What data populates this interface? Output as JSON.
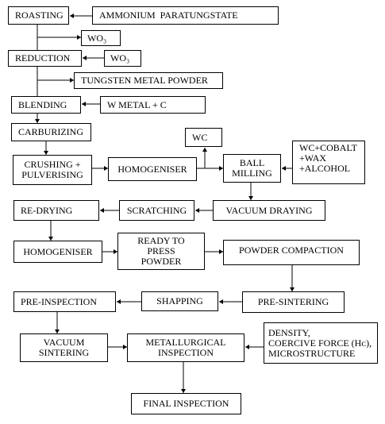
{
  "diagram": {
    "nodes": {
      "roasting": "ROASTING",
      "apt": "AMMONIUM  PARATUNGSTATE",
      "wo3_a": "WO₃",
      "reduction": "REDUCTION",
      "wo3_b": "WO₃",
      "tungsten_powder": "TUNGSTEN METAL POWDER",
      "blending": "BLENDING",
      "w_metal_c": "W METAL + C",
      "carburizing": "CARBURIZING",
      "crushing": "CRUSHING +\nPULVERISING",
      "homogeniser_1": "HOMOGENISER",
      "wc": "WC",
      "ball_milling": "BALL\nMILLING",
      "wc_cobalt": "WC+COBALT\n+WAX\n+ALCOHOL",
      "vacuum_drying": "VACUUM DRAYING",
      "scratching": "SCRATCHING",
      "re_drying": "RE-DRYING",
      "homogeniser_2": "HOMOGENISER",
      "ready_to_press": "READY TO\nPRESS\nPOWDER",
      "powder_compaction": "POWDER COMPACTION",
      "pre_sintering": "PRE-SINTERING",
      "shapping": "SHAPPING",
      "pre_inspection": "PRE-INSPECTION",
      "vacuum_sintering": "VACUUM\nSINTERING",
      "metallurgical_inspection": "METALLURGICAL\nINSPECTION",
      "density": "DENSITY,\nCOERCIVE FORCE (Hᴄ),\nMICROSTRUCTURE",
      "final_inspection": "FINAL INSPECTION"
    }
  }
}
